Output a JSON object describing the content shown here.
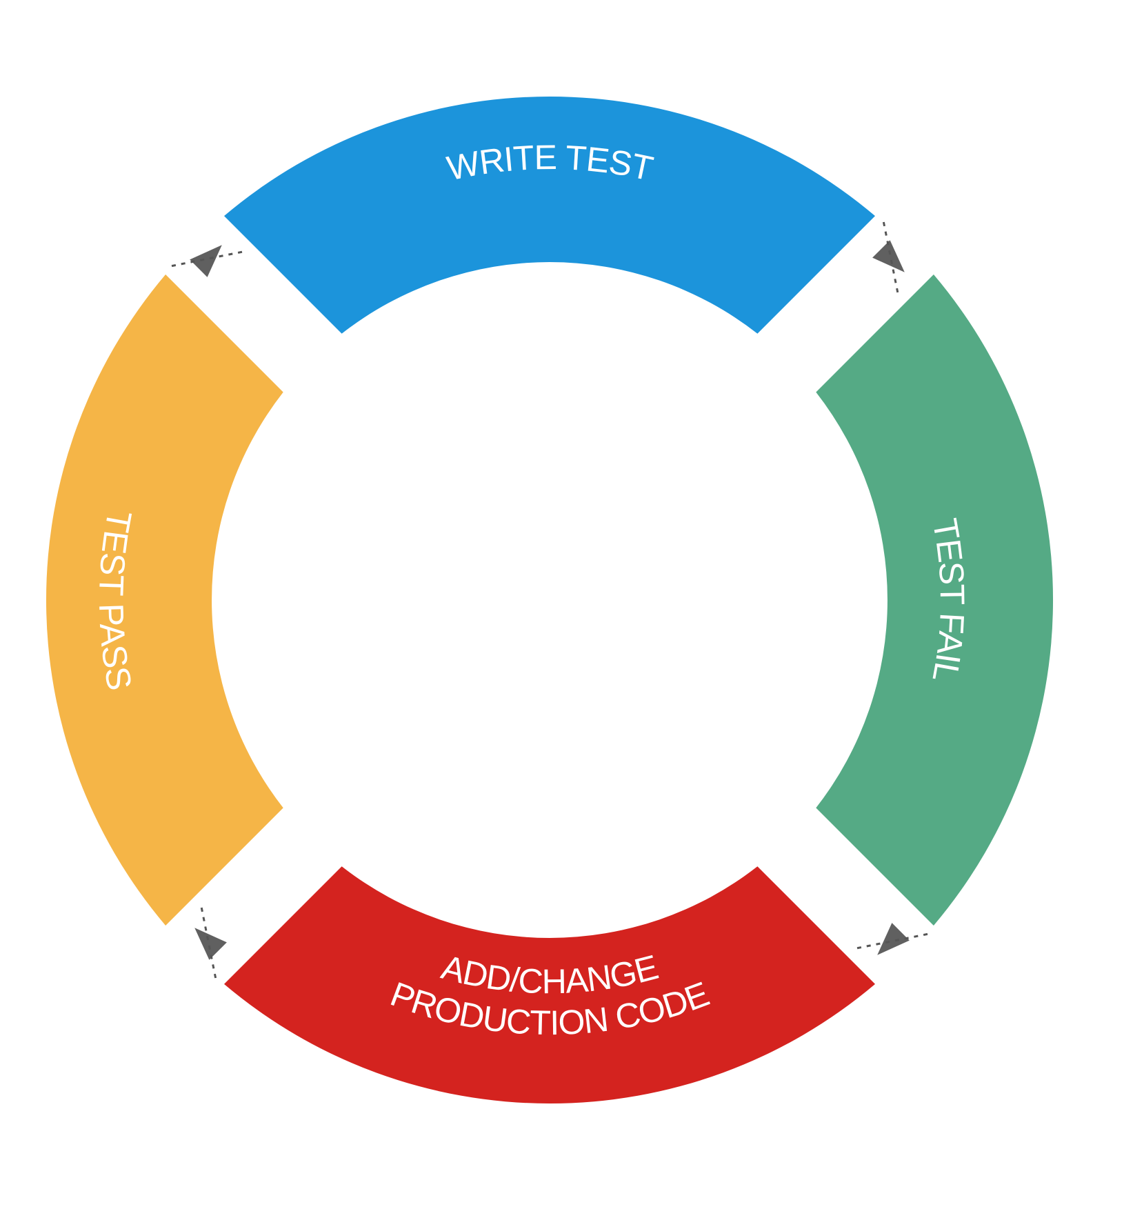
{
  "diagram": {
    "segments": [
      {
        "id": "write-test",
        "label_lines": [
          "WRITE TEST"
        ],
        "color": "#1c94db"
      },
      {
        "id": "test-fail",
        "label_lines": [
          "TEST FAIL"
        ],
        "color": "#55aa85"
      },
      {
        "id": "add-change-production-code",
        "label_lines": [
          "ADD/CHANGE",
          "PRODUCTION CODE"
        ],
        "color": "#d4231f"
      },
      {
        "id": "test-pass",
        "label_lines": [
          "TEST PASS"
        ],
        "color": "#f5b547"
      }
    ],
    "arrow_color": "#606060",
    "connector_color": "#555555"
  }
}
